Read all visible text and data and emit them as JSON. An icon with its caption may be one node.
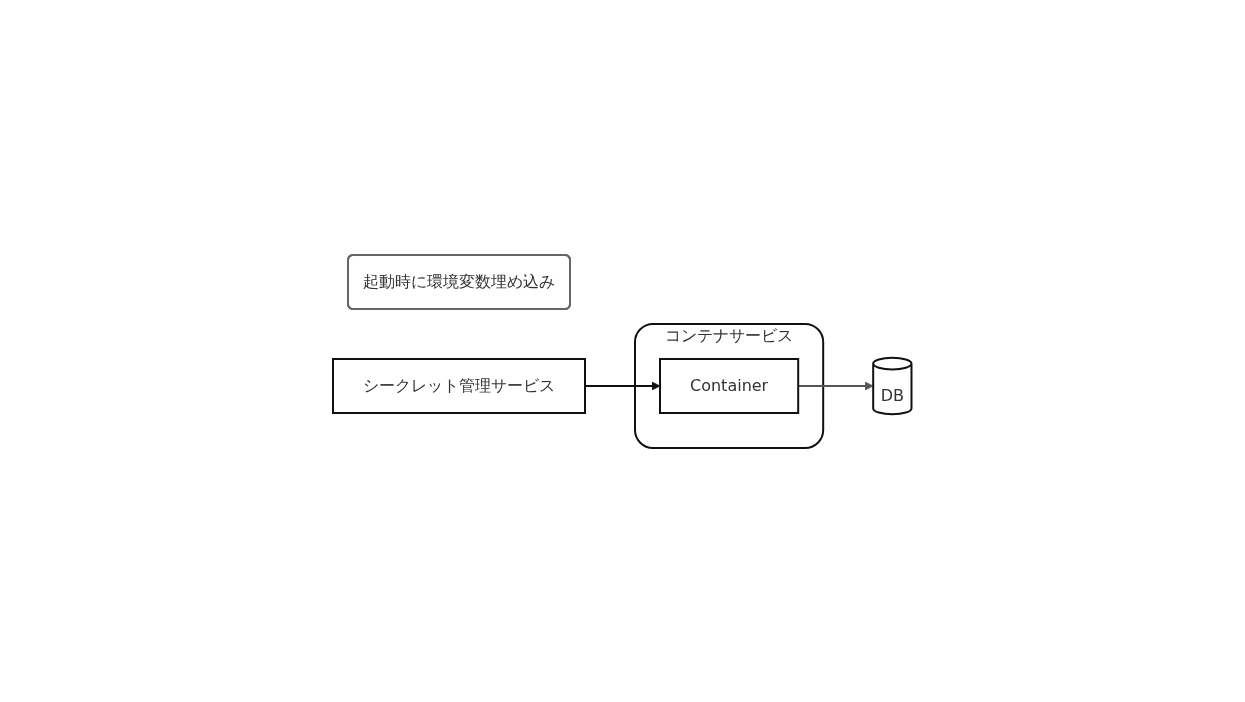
{
  "diagram": {
    "nodes": [
      {
        "text": [
          "コンテナサービス"
        ]
      },
      {
        "text": [
          "Container"
        ],
        "in": 0
      },
      {
        "text": [
          "DB"
        ]
      },
      {
        "text": [
          "起動時に環境変数埋め込み"
        ]
      },
      {
        "text": [
          "シークレット管理サービス"
        ]
      }
    ],
    "edges": [
      {
        "from": 1,
        "to": 2,
        "arrow": "to",
        "color": "#555555"
      },
      {
        "from": 4,
        "to": 1,
        "arrow": "to"
      }
    ]
  }
}
